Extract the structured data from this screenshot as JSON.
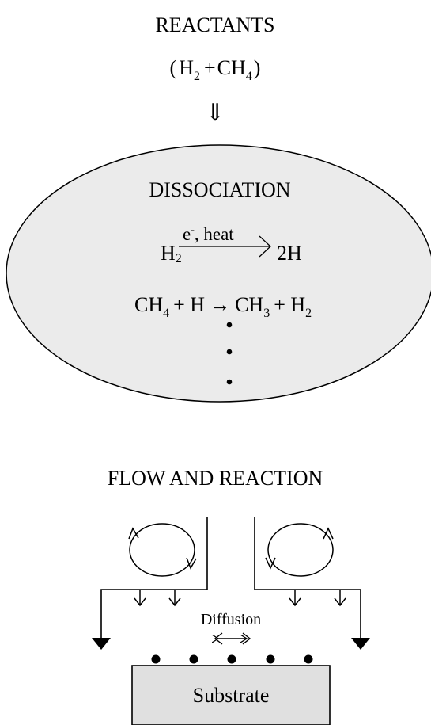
{
  "reactants": {
    "title": "REACTANTS",
    "open_paren": "(",
    "h": "H",
    "h_sub": "2",
    "plus": "+",
    "ch": "CH",
    "ch_sub": "4",
    "close_paren": ")",
    "down_arrow": "⇓"
  },
  "dissociation": {
    "title": "DISSOCIATION",
    "reaction1": {
      "reactant": "H",
      "reactant_sub": "2",
      "condition": "e",
      "condition_sup": "-",
      "condition_rest": ", heat",
      "product": "2H"
    },
    "reaction2": {
      "a": "CH",
      "a_sub": "4",
      "plus1": "+ H",
      "arrow": "→",
      "b": "CH",
      "b_sub": "3",
      "plus2": "+ H",
      "b2_sub": "2"
    },
    "fill_color": "#ebebeb"
  },
  "flow": {
    "title": "FLOW AND REACTION",
    "diffusion_label": "Diffusion",
    "substrate_label": "Substrate",
    "substrate_color": "#e0e0e0"
  }
}
